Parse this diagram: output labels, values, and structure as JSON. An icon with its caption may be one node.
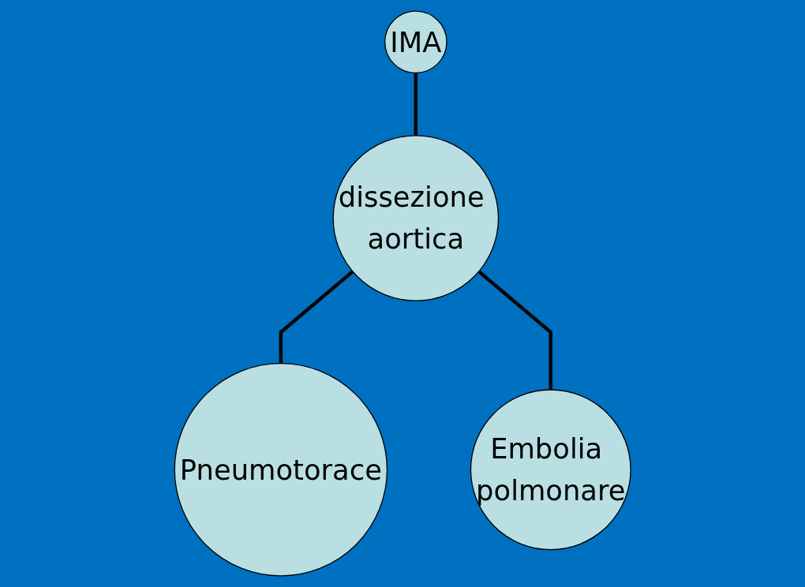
{
  "diagram": {
    "nodes": [
      {
        "text": [
          "IMA"
        ]
      },
      {
        "text": [
          "dissezione aortica"
        ]
      },
      {
        "text": [
          "Pneumotorace"
        ]
      },
      {
        "text": [
          "Embolia polmonare"
        ]
      }
    ],
    "edges": [
      {
        "from": 0,
        "to": 1,
        "arrow": "none"
      },
      {
        "from": 1,
        "to": 2,
        "arrow": "none"
      },
      {
        "from": 1,
        "to": 3,
        "arrow": "none"
      }
    ]
  }
}
